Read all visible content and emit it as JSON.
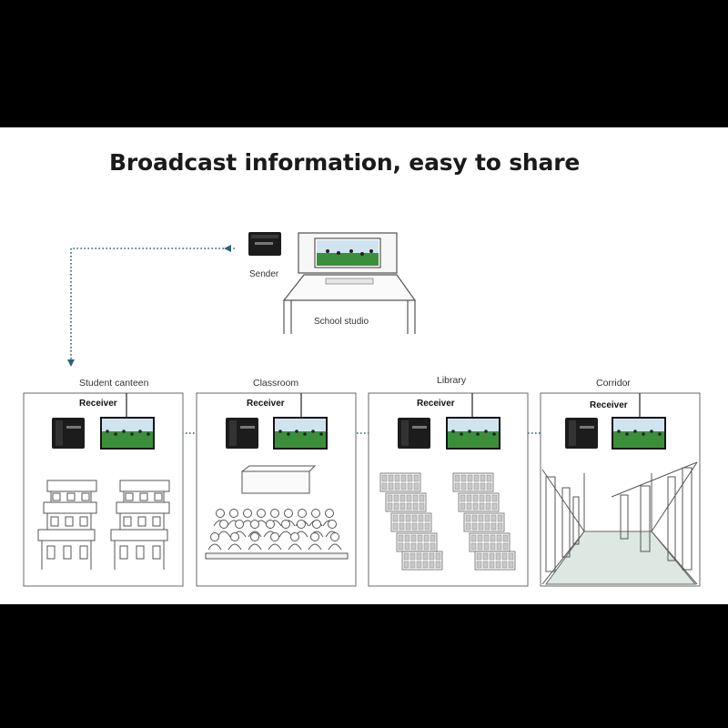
{
  "title": "Broadcast information, easy to share",
  "sender": {
    "label": "Sender",
    "device_icon": "sender-box-icon"
  },
  "studio": {
    "label": "School studio",
    "icon": "studio-desk-icon"
  },
  "locations": [
    {
      "label": "Student canteen",
      "receiver_label": "Receiver",
      "scene_icon": "canteen-tables-icon"
    },
    {
      "label": "Classroom",
      "receiver_label": "Receiver",
      "scene_icon": "classroom-audience-icon"
    },
    {
      "label": "Library",
      "receiver_label": "Receiver",
      "scene_icon": "library-shelves-icon"
    },
    {
      "label": "Corridor",
      "receiver_label": "Receiver",
      "scene_icon": "corridor-perspective-icon"
    }
  ],
  "colors": {
    "link_line": "#2f5f78",
    "bars": "#000000",
    "frame": "#6a6a6a",
    "device": "#1c1c1c",
    "field": "#3b8f3b",
    "sky": "#cfe4ef"
  }
}
